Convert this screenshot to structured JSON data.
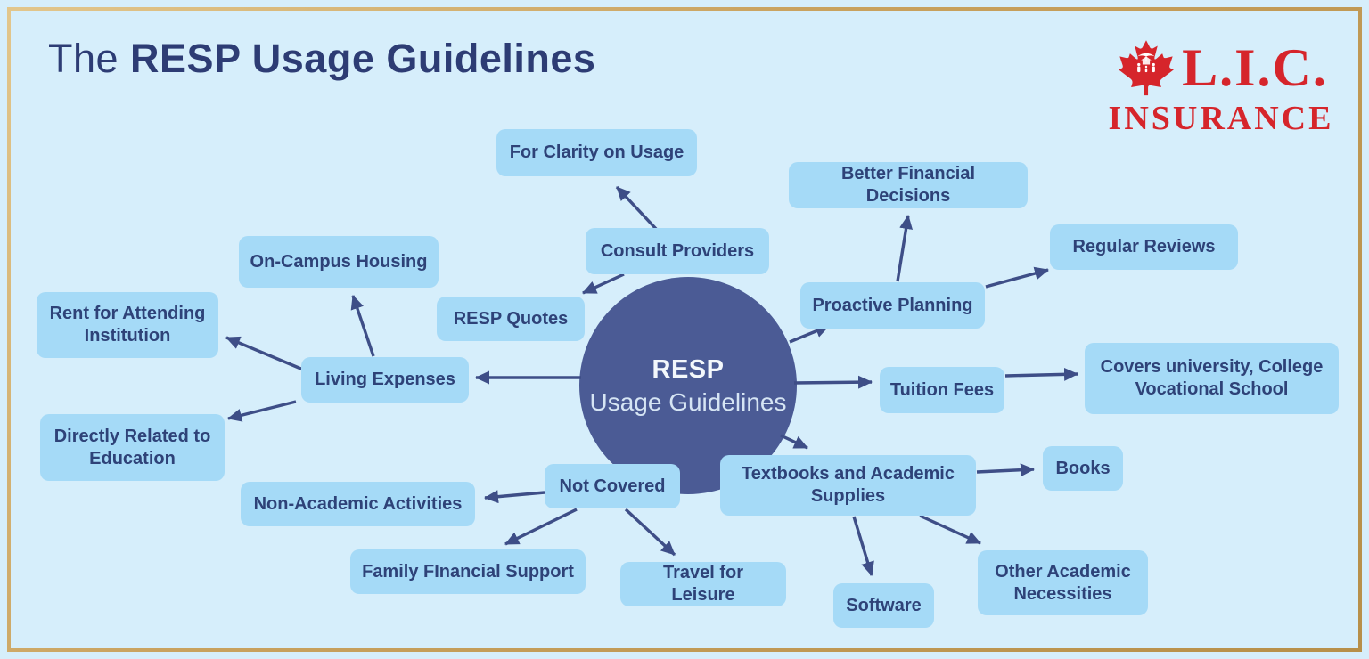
{
  "title": {
    "prefix": "The ",
    "emphasis": "RESP Usage Guidelines"
  },
  "logo": {
    "name": "L.I.C.",
    "subtitle": "INSURANCE"
  },
  "center": {
    "line1": "RESP",
    "line2": "Usage Guidelines"
  },
  "colors": {
    "background": "#d6eefb",
    "node_fill": "#a5daf7",
    "node_text": "#2e4278",
    "circle_fill": "#4b5b95",
    "circle_text_primary": "#f4f8fc",
    "circle_text_secondary": "#d6e5f4",
    "arrow": "#3e4e87",
    "logo_red": "#d6252b",
    "frame_gold": "#c9a25f",
    "title_text": "#2d3c74"
  },
  "nodes": {
    "for_clarity": {
      "label": "For Clarity on Usage"
    },
    "consult_providers": {
      "label": "Consult Providers"
    },
    "resp_quotes": {
      "label": "RESP Quotes"
    },
    "better_financial": {
      "label": "Better Financial Decisions"
    },
    "regular_reviews": {
      "label": "Regular Reviews"
    },
    "proactive_planning": {
      "label": "Proactive Planning"
    },
    "tuition_fees": {
      "label": "Tuition Fees"
    },
    "covers_university": {
      "label": "Covers university, College Vocational School"
    },
    "on_campus": {
      "label": "On-Campus Housing"
    },
    "rent_attending": {
      "label": "Rent for Attending Institution"
    },
    "living_expenses": {
      "label": "Living Expenses"
    },
    "directly_related": {
      "label": "Directly Related to Education"
    },
    "non_academic": {
      "label": "Non-Academic Activities"
    },
    "not_covered": {
      "label": "Not Covered"
    },
    "family_financial": {
      "label": "Family FInancial Support"
    },
    "travel_leisure": {
      "label": "Travel for Leisure"
    },
    "textbooks": {
      "label": "Textbooks and Academic Supplies"
    },
    "books": {
      "label": "Books"
    },
    "software": {
      "label": "Software"
    },
    "other_academic": {
      "label": "Other Academic Necessities"
    }
  },
  "connections": [
    {
      "from": "consult_providers",
      "to": "for_clarity"
    },
    {
      "from": "consult_providers",
      "to": "resp_quotes"
    },
    {
      "from": "center",
      "to": "living_expenses"
    },
    {
      "from": "center",
      "to": "tuition_fees"
    },
    {
      "from": "center",
      "to": "proactive_planning"
    },
    {
      "from": "center",
      "to": "textbooks"
    },
    {
      "from": "living_expenses",
      "to": "on_campus"
    },
    {
      "from": "living_expenses",
      "to": "rent_attending"
    },
    {
      "from": "living_expenses",
      "to": "directly_related"
    },
    {
      "from": "proactive_planning",
      "to": "better_financial"
    },
    {
      "from": "proactive_planning",
      "to": "regular_reviews"
    },
    {
      "from": "tuition_fees",
      "to": "covers_university"
    },
    {
      "from": "not_covered",
      "to": "non_academic"
    },
    {
      "from": "not_covered",
      "to": "family_financial"
    },
    {
      "from": "not_covered",
      "to": "travel_leisure"
    },
    {
      "from": "textbooks",
      "to": "books"
    },
    {
      "from": "textbooks",
      "to": "software"
    },
    {
      "from": "textbooks",
      "to": "other_academic"
    }
  ]
}
